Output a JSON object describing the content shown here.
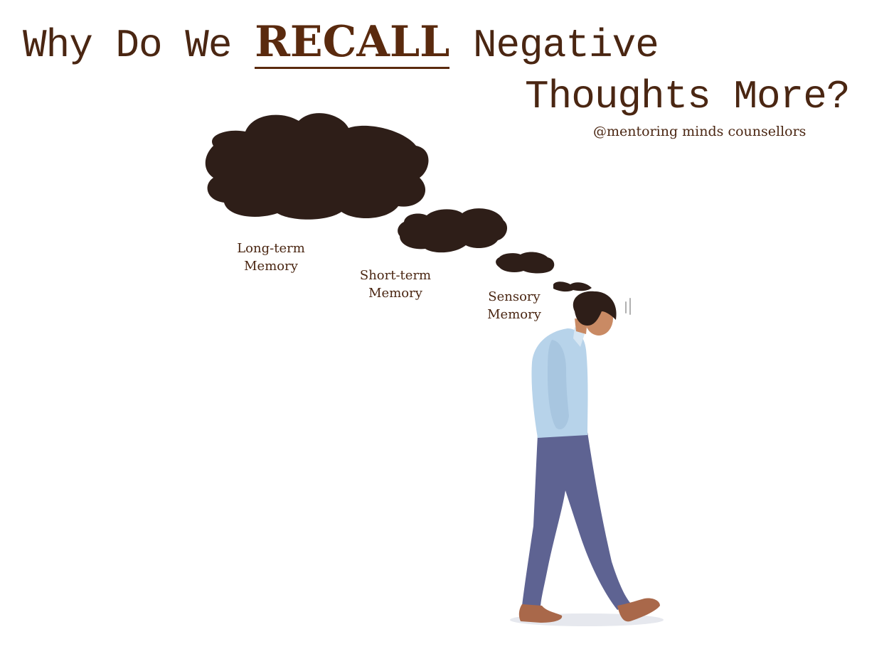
{
  "title": {
    "line1_prefix": "Why Do We",
    "line1_emphasis": "RECALL",
    "line1_suffix": "Negative",
    "line2": "Thoughts More?"
  },
  "credit": "@mentoring minds counsellors",
  "labels": {
    "long_term": [
      "Long-term",
      "Memory"
    ],
    "short_term": [
      "Short-term",
      "Memory"
    ],
    "sensory": [
      "Sensory",
      "Memory"
    ]
  },
  "colors": {
    "title": "#4a2612",
    "cloud": "#2e1e18",
    "shirt": "#b7d3ea",
    "pants": "#5e6392",
    "shoes": "#a9684a",
    "hair": "#2e1e18",
    "skin": "#c98a64"
  }
}
